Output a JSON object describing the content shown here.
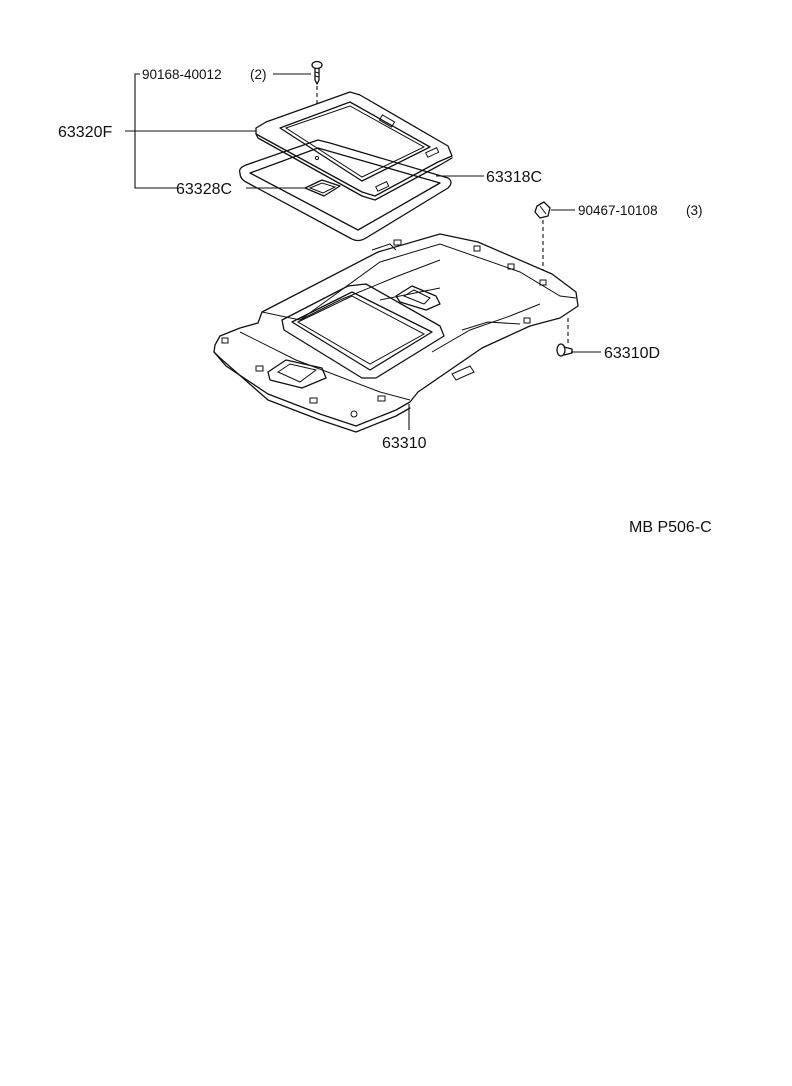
{
  "labels": {
    "screw": "90168-40012",
    "screw_qty": "(2)",
    "sunshade_frame": "63320F",
    "sunshade_handle": "63328C",
    "weatherstrip": "63318C",
    "clip": "90467-10108",
    "clip_qty": "(3)",
    "clip_lower": "63310D",
    "headliner": "63310"
  },
  "drawing_code": "MB P506-C",
  "colors": {
    "ink": "#111111",
    "paper": "#ffffff"
  }
}
